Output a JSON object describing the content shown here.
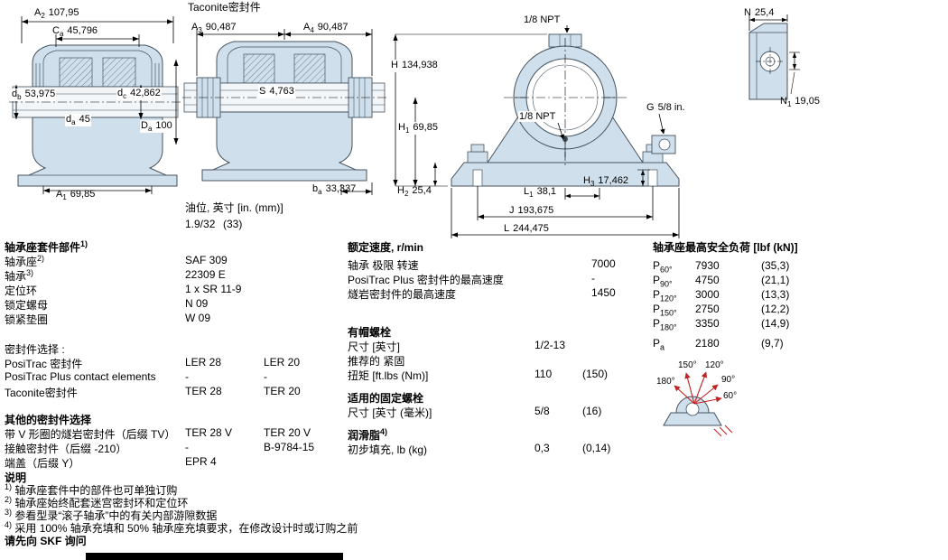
{
  "dims": {
    "a2": {
      "sym": "A",
      "sub": "2",
      "val": "107,95"
    },
    "ca": {
      "sym": "C",
      "sub": "a",
      "val": "45,796"
    },
    "db": {
      "sym": "d",
      "sub": "b",
      "val": "53,975"
    },
    "dc": {
      "sym": "d",
      "sub": "c",
      "val": "42,862"
    },
    "da": {
      "sym": "d",
      "sub": "a",
      "val": "45"
    },
    "Da": {
      "sym": "D",
      "sub": "a",
      "val": "100"
    },
    "a1": {
      "sym": "A",
      "sub": "1",
      "val": "69,85"
    },
    "a3": {
      "sym": "A",
      "sub": "3",
      "val": "90,487"
    },
    "a4": {
      "sym": "A",
      "sub": "4",
      "val": "90,487"
    },
    "s": {
      "sym": "S",
      "val": "4,763"
    },
    "ba": {
      "sym": "b",
      "sub": "a",
      "val": "33,337"
    },
    "h": {
      "sym": "H",
      "val": "134,938"
    },
    "h1": {
      "sym": "H",
      "sub": "1",
      "val": "69,85"
    },
    "h2": {
      "sym": "H",
      "sub": "2",
      "val": "25,4"
    },
    "h3": {
      "sym": "H",
      "sub": "3",
      "val": "17,462"
    },
    "l1": {
      "sym": "L",
      "sub": "1",
      "val": "38,1"
    },
    "j": {
      "sym": "J",
      "val": "193,675"
    },
    "l": {
      "sym": "L",
      "val": "244,475"
    },
    "g": {
      "sym": "G",
      "val": "5/8 in."
    },
    "n": {
      "sym": "N",
      "val": "25,4"
    },
    "n1": {
      "sym": "N",
      "sub": "1",
      "val": "19,05"
    },
    "npt_top": {
      "sym": "1/8 NPT"
    },
    "npt_side": {
      "sym": "1/8 NPT"
    }
  },
  "drawings": {
    "taconite_title": "Taconite密封件",
    "oil_line1": "油位, 英寸 [in. (mm)]",
    "oil_val1": "1.9/32",
    "oil_val2": "(33)"
  },
  "parts_table": {
    "title": "轴承座套件部件",
    "title_sup": "1)",
    "rows": [
      {
        "label": "轴承座",
        "sup": "2)",
        "v1": "SAF 309",
        "v2": ""
      },
      {
        "label": "轴承",
        "sup": "3)",
        "v1": "22309 E",
        "v2": ""
      },
      {
        "label": "定位环",
        "v1": "1 x SR 11-9",
        "v2": ""
      },
      {
        "label": "锁定螺母",
        "v1": "N 09",
        "v2": ""
      },
      {
        "label": "锁紧垫圈",
        "v1": "W 09",
        "v2": ""
      }
    ],
    "seal_title": "密封件选择 :",
    "seal_rows": [
      {
        "label": "PosiTrac 密封件",
        "v1": "LER 28",
        "v2": "LER 20"
      },
      {
        "label": "PosiTrac Plus contact elements",
        "v1": "-",
        "v2": "-"
      },
      {
        "label": "Taconite密封件",
        "v1": "TER 28",
        "v2": "TER 20"
      }
    ],
    "other_title": "其他的密封件选择",
    "other_rows": [
      {
        "label": "带 V 形圈的燧岩密封件（后缀 TV）",
        "v1": "TER 28 V",
        "v2": "TER 20 V"
      },
      {
        "label": "接触密封件（后缀 -210）",
        "v1": "-",
        "v2": "B-9784-15"
      },
      {
        "label": "端盖（后缀 Y）",
        "v1": "EPR 4",
        "v2": ""
      }
    ]
  },
  "speed_table": {
    "title": "额定速度, r/min",
    "rows": [
      {
        "label": "轴承 极限 转速",
        "v": "7000"
      },
      {
        "label": "PosiTrac Plus 密封件的最高速度",
        "v": "-"
      },
      {
        "label": "燧岩密封件的最高速度",
        "v": "1450"
      }
    ]
  },
  "bolt_table": {
    "title": "有帽螺栓",
    "rows": [
      {
        "label": "尺寸 [英寸]",
        "v1": "1/2-13",
        "v2": ""
      },
      {
        "label": "推荐的 紧固",
        "v1": "",
        "v2": ""
      },
      {
        "label": "扭矩 [ft.lbs (Nm)]",
        "v1": "110",
        "v2": "(150)"
      }
    ]
  },
  "anchor_table": {
    "title": "适用的固定螺栓",
    "rows": [
      {
        "label": "尺寸 [英寸 (毫米)]",
        "v1": "5/8",
        "v2": "(16)"
      }
    ]
  },
  "grease_table": {
    "title": "润滑脂",
    "title_sup": "4)",
    "rows": [
      {
        "label": "初步填充, lb (kg)",
        "v1": "0,3",
        "v2": "(0,14)"
      }
    ]
  },
  "load_table": {
    "title": "轴承座最高安全负荷 [lbf (kN)]",
    "rows": [
      {
        "sym": "P",
        "sub": "60°",
        "v1": "7930",
        "v2": "(35,3)"
      },
      {
        "sym": "P",
        "sub": "90°",
        "v1": "4750",
        "v2": "(21,1)"
      },
      {
        "sym": "P",
        "sub": "120°",
        "v1": "3000",
        "v2": "(13,3)"
      },
      {
        "sym": "P",
        "sub": "150°",
        "v1": "2750",
        "v2": "(12,2)"
      },
      {
        "sym": "P",
        "sub": "180°",
        "v1": "3350",
        "v2": "(14,9)"
      },
      {
        "sym": "P",
        "sub": "a",
        "v1": "2180",
        "v2": "(9,7)"
      }
    ],
    "angle_labels": [
      "180°",
      "150°",
      "120°",
      "90°",
      "60°"
    ]
  },
  "notes": {
    "title": "说明",
    "items": [
      {
        "sup": "1)",
        "text": "轴承座套件中的部件也可单独订购"
      },
      {
        "sup": "2)",
        "text": "轴承座始终配套迷宫密封环和定位环"
      },
      {
        "sup": "3)",
        "text": "参看型录“滚子轴承”中的有关内部游隙数据"
      },
      {
        "sup": "4)",
        "text": "采用 100% 轴承充填和 50% 轴承座充填要求，在修改设计时或订购之前"
      }
    ],
    "footer": "请先向 SKF 询问"
  }
}
